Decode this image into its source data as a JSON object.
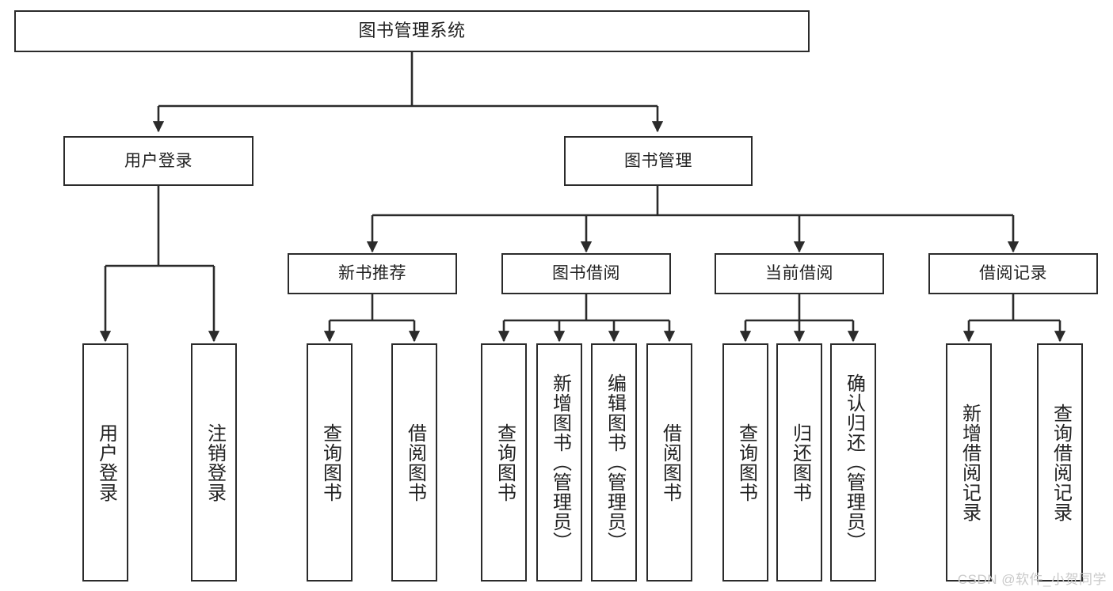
{
  "diagram": {
    "title": "图书管理系统",
    "type": "hierarchy-tree",
    "watermark": "CSDN @软件_小贺同学",
    "colors": {
      "stroke": "#2b2b2b",
      "fill": "#ffffff",
      "text": "#222222",
      "watermark": "#c9c9c9"
    },
    "levels": {
      "root": {
        "label": "图书管理系统"
      },
      "level2": [
        {
          "id": "user-login",
          "label": "用户登录"
        },
        {
          "id": "book-manage",
          "label": "图书管理"
        }
      ],
      "level3": [
        {
          "id": "new-book-recommend",
          "label": "新书推荐"
        },
        {
          "id": "book-borrow",
          "label": "图书借阅"
        },
        {
          "id": "current-borrow",
          "label": "当前借阅"
        },
        {
          "id": "borrow-record",
          "label": "借阅记录"
        }
      ],
      "leaves": [
        {
          "id": "leaf-user-login",
          "label": "用户登录",
          "parent": "user-login"
        },
        {
          "id": "leaf-logout-login",
          "label": "注销登录",
          "parent": "user-login"
        },
        {
          "id": "leaf-query-book-1",
          "label": "查询图书",
          "parent": "new-book-recommend"
        },
        {
          "id": "leaf-borrow-book-1",
          "label": "借阅图书",
          "parent": "new-book-recommend"
        },
        {
          "id": "leaf-query-book-2",
          "label": "查询图书",
          "parent": "book-borrow"
        },
        {
          "id": "leaf-add-book",
          "label": "新增图书（管理员）",
          "parent": "book-borrow"
        },
        {
          "id": "leaf-edit-book",
          "label": "编辑图书（管理员）",
          "parent": "book-borrow"
        },
        {
          "id": "leaf-borrow-book-2",
          "label": "借阅图书",
          "parent": "book-borrow"
        },
        {
          "id": "leaf-query-book-3",
          "label": "查询图书",
          "parent": "current-borrow"
        },
        {
          "id": "leaf-return-book",
          "label": "归还图书",
          "parent": "current-borrow"
        },
        {
          "id": "leaf-confirm-return",
          "label": "确认归还（管理员）",
          "parent": "current-borrow"
        },
        {
          "id": "leaf-add-record",
          "label": "新增借阅记录",
          "parent": "borrow-record"
        },
        {
          "id": "leaf-query-record",
          "label": "查询借阅记录",
          "parent": "borrow-record"
        }
      ]
    }
  }
}
